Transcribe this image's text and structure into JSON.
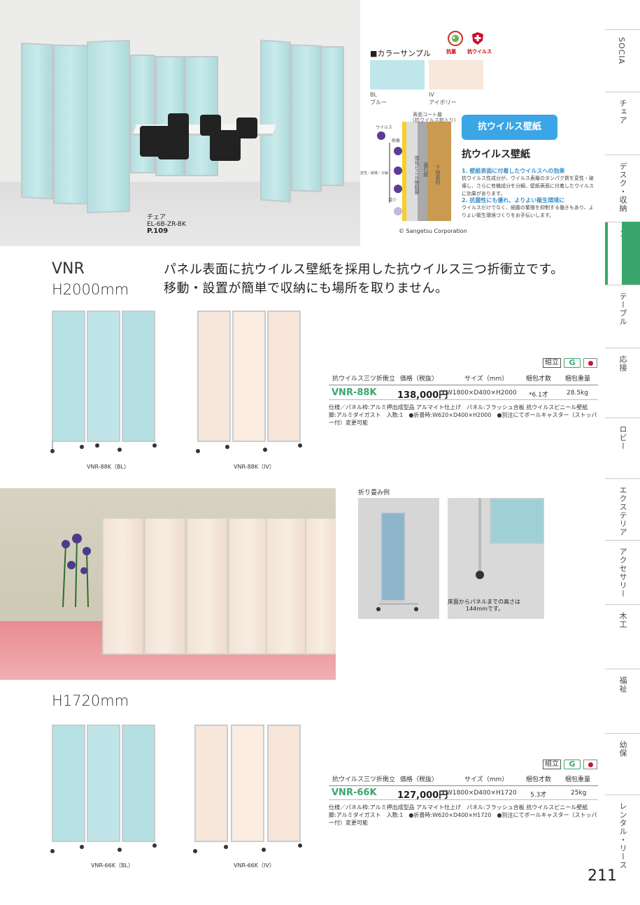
{
  "sidebar": {
    "tabs": [
      {
        "label": "SOCIA"
      },
      {
        "label": "チェア"
      },
      {
        "label": "デスク・収納"
      },
      {
        "label": "パーティション",
        "active": true
      },
      {
        "label": "テーブル"
      },
      {
        "label": "応接"
      },
      {
        "label": "ロビー"
      },
      {
        "label": "エクステリア"
      },
      {
        "label": "アクセサリー"
      },
      {
        "label": "木工"
      },
      {
        "label": "福祉"
      },
      {
        "label": "幼保"
      },
      {
        "label": "レンタル・リース"
      }
    ]
  },
  "hero": {
    "caption_line1": "チェア",
    "caption_line2": "EL-6B-ZR-BK",
    "caption_page": "P.109"
  },
  "color_sample": {
    "title": "■カラーサンプル",
    "badge_antibacterial": "抗菌",
    "badge_antiviral": "抗ウイルス",
    "swatches": [
      {
        "code": "BL",
        "name": "ブルー",
        "color": "#bfe6ea"
      },
      {
        "code": "IV",
        "name": "アイボリー",
        "color": "#f8e8dc"
      }
    ]
  },
  "diagram": {
    "label_virus": "ウイルス",
    "label_adsorb": "吸着",
    "label_change": "変性・破壊・分解",
    "label_reduce": "減少",
    "label_coat": "表面コート層",
    "label_coat_sub": "(抗ウイルス剤入り)",
    "label_vinyl": "塩化ビニル樹脂層",
    "label_backing": "裏打紙",
    "label_base": "下地基材",
    "credit": "© Sangetsu Corporation"
  },
  "antivirus": {
    "button": "抗ウイルス壁紙",
    "heading": "抗ウイルス壁紙",
    "point1_title": "1. 壁紙表面に付着したウイルスへの効果",
    "point1_text": "抗ウイルス性成分が、ウイルス表層のタンパク質を変性・破壊し、さらに有機成分を分解。壁紙表面に付着したウイルスに効果があります。",
    "point2_title": "2. 抗菌性にも優れ、よりよい衛生環境に",
    "point2_text": "ウイルスだけでなく、細菌の繁殖を抑制する働きもあり、よりよい衛生環境づくりをお手伝いします。"
  },
  "section": {
    "model": "VNR",
    "height1": "H2000mm",
    "height2": "H1720mm",
    "headline1": "パネル表面に抗ウイルス壁紙を採用した抗ウイルス三つ折衝立です。",
    "headline2": "移動・設置が簡単で収納にも場所を取りません。"
  },
  "products1": {
    "caption_bl": "VNR-88K（BL）",
    "caption_iv": "VNR-88K（IV）"
  },
  "products2": {
    "caption_bl": "VNR-66K（BL）",
    "caption_iv": "VNR-66K（IV）"
  },
  "marks": {
    "assembly": "組立",
    "g": "G"
  },
  "spec_headers": {
    "name": "抗ウイルス三ツ折衝立",
    "price": "価格（税抜）",
    "size": "サイズ（mm）",
    "packages": "梱包才数",
    "weight": "梱包重量"
  },
  "spec1": {
    "code": "VNR-88K",
    "price": "138,000円",
    "size": "W1800×D400×H2000",
    "packages": "*6.1才",
    "weight": "28.5kg",
    "note": "仕様／パネル枠:アルミ押出成型品 アルマイト仕上げ　パネル:フラッシュ合板 抗ウイルスビニール壁紙　脚:アルミダイガスト　入数:1　●折畳時:W620×D400×H2000　●別注にてボールキャスター（ストッパー付）変更可能"
  },
  "spec2": {
    "code": "VNR-66K",
    "price": "127,000円",
    "size": "W1800×D400×H1720",
    "packages": "5.3才",
    "weight": "25kg",
    "note": "仕様／パネル枠:アルミ押出成型品 アルマイト仕上げ　パネル:フラッシュ合板 抗ウイルスビニール壁紙　脚:アルミダイガスト　入数:1　●折畳時:W620×D400×H1720　●別注にてボールキャスター（ストッパー付）変更可能"
  },
  "fold": {
    "title": "折り畳み例",
    "note_line1": "床面からパネルまでの高さは",
    "note_line2": "144mmです。"
  },
  "page_number": "211"
}
